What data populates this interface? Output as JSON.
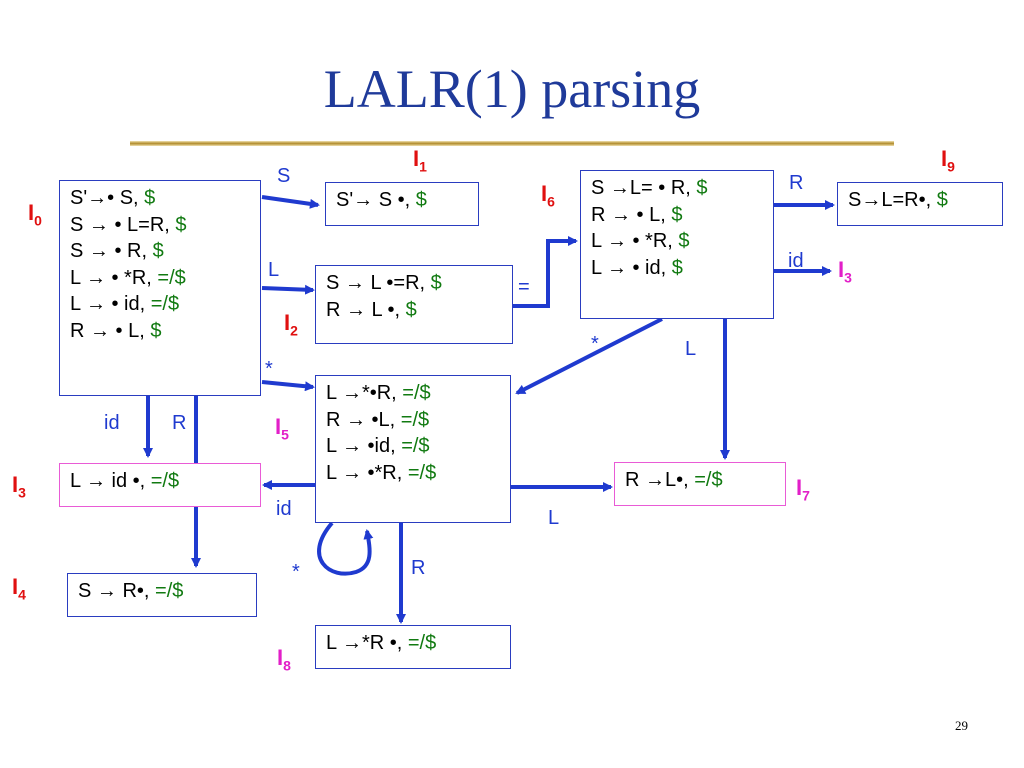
{
  "title": "LALR(1) parsing",
  "page_number": "29",
  "colors": {
    "title": "#1f3a9a",
    "arrow": "#1f3acf",
    "lookahead": "#117a11",
    "state_red": "#e01010",
    "state_magenta": "#e21fc8"
  },
  "states": {
    "I0": {
      "name": "I",
      "sub": "0",
      "items": [
        {
          "p": "S'→• S, ",
          "la": "$"
        },
        {
          "p": "S → • L=R, ",
          "la": "$"
        },
        {
          "p": "S → • R, ",
          "la": "$"
        },
        {
          "p": "L → • *R, ",
          "la": "=/$"
        },
        {
          "p": "L → • id, ",
          "la": "=/$"
        },
        {
          "p": "R → • L, ",
          "la": "$"
        }
      ]
    },
    "I1": {
      "name": "I",
      "sub": "1",
      "items": [
        {
          "p": "S'→ S •, ",
          "la": "$"
        }
      ]
    },
    "I2": {
      "name": "I",
      "sub": "2",
      "items": [
        {
          "p": "S →  L •=R, ",
          "la": "$"
        },
        {
          "p": "R →  L •, ",
          "la": "$"
        }
      ]
    },
    "I3": {
      "name": "I",
      "sub": "3",
      "items": [
        {
          "p": "L →  id •, ",
          "la": "=/$"
        }
      ]
    },
    "I3b": {
      "name": "I",
      "sub": "3"
    },
    "I4": {
      "name": "I",
      "sub": "4",
      "items": [
        {
          "p": "S →  R•, ",
          "la": "=/$"
        }
      ]
    },
    "I5": {
      "name": "I",
      "sub": "5",
      "items": [
        {
          "p": "L →*•R, ",
          "la": "=/$"
        },
        {
          "p": "R → •L, ",
          "la": "=/$"
        },
        {
          "p": "L → •id, ",
          "la": "=/$"
        },
        {
          "p": "L → •*R, ",
          "la": "=/$"
        }
      ]
    },
    "I6": {
      "name": "I",
      "sub": "6",
      "items": [
        {
          "p": "S →L= • R, ",
          "la": "$"
        },
        {
          "p": "R → • L, ",
          "la": "$"
        },
        {
          "p": "L → • *R, ",
          "la": "$"
        },
        {
          "p": "L → • id, ",
          "la": "$"
        }
      ]
    },
    "I7": {
      "name": "I",
      "sub": "7",
      "items": [
        {
          "p": "R →L•, ",
          "la": "=/$"
        }
      ]
    },
    "I8": {
      "name": "I",
      "sub": "8",
      "items": [
        {
          "p": "L →*R •, ",
          "la": "=/$"
        }
      ]
    },
    "I9": {
      "name": "I",
      "sub": "9",
      "items": [
        {
          "p": "S→L=R•, ",
          "la": "$"
        }
      ]
    }
  },
  "transitions": {
    "t_I0_I1": "S",
    "t_I0_I2": "L",
    "t_I0_I5": "*",
    "t_I0_I3": "id",
    "t_I0_I4": "R",
    "t_I2_I6": "=",
    "t_I6_I9": "R",
    "t_I6_I3": "id",
    "t_I6_I5": "*",
    "t_I6_I7": "L",
    "t_I5_I3": "id",
    "t_I5_I7": "L",
    "t_I5_I5": "*",
    "t_I5_I8": "R"
  }
}
